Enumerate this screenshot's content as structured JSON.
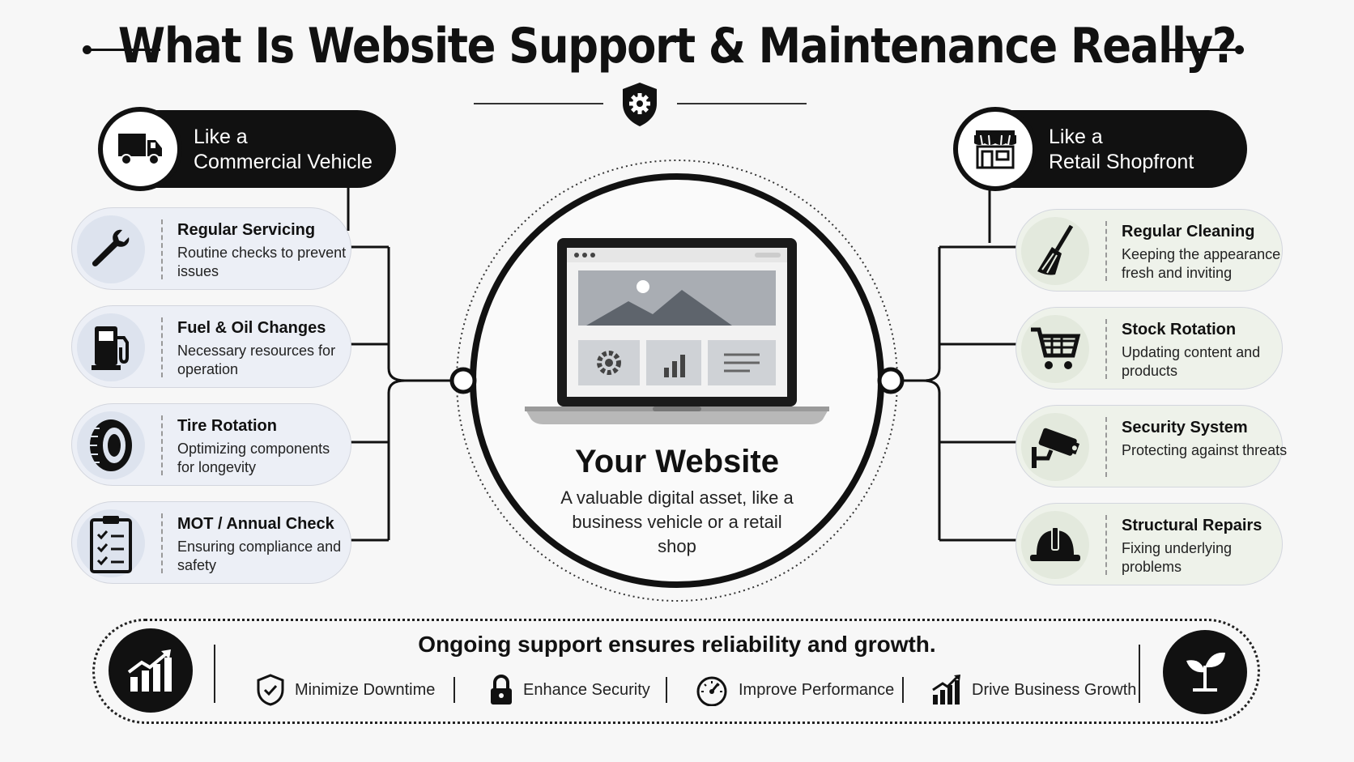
{
  "title": "What Is Website Support & Maintenance Really?",
  "left_header": {
    "line1": "Like a",
    "line2": "Commercial Vehicle",
    "icon": "truck-icon"
  },
  "right_header": {
    "line1": "Like a",
    "line2": "Retail Shopfront",
    "icon": "shopfront-icon"
  },
  "left_items": [
    {
      "title": "Regular Servicing",
      "desc": "Routine checks to prevent issues",
      "icon": "wrench-icon"
    },
    {
      "title": "Fuel & Oil Changes",
      "desc": "Necessary resources for operation",
      "icon": "fuel-pump-icon"
    },
    {
      "title": "Tire Rotation",
      "desc": "Optimizing components for longevity",
      "icon": "tire-icon"
    },
    {
      "title": "MOT / Annual Check",
      "desc": "Ensuring compliance and safety",
      "icon": "clipboard-checklist-icon"
    }
  ],
  "right_items": [
    {
      "title": "Regular Cleaning",
      "desc": "Keeping the appearance fresh and inviting",
      "icon": "broom-icon"
    },
    {
      "title": "Stock Rotation",
      "desc": "Updating content and products",
      "icon": "shopping-cart-icon"
    },
    {
      "title": "Security System",
      "desc": "Protecting against threats",
      "icon": "security-camera-icon"
    },
    {
      "title": "Structural Repairs",
      "desc": "Fixing underlying problems",
      "icon": "hard-hat-icon"
    }
  ],
  "center": {
    "title": "Your Website",
    "desc": "A valuable digital asset, like a business vehicle or a retail shop",
    "icon": "laptop-icon"
  },
  "bottom": {
    "title": "Ongoing support ensures reliability and growth.",
    "benefits": [
      {
        "label": "Minimize Downtime",
        "icon": "shield-check-icon"
      },
      {
        "label": "Enhance Security",
        "icon": "padlock-icon"
      },
      {
        "label": "Improve Performance",
        "icon": "speedometer-icon"
      },
      {
        "label": "Drive Business Growth",
        "icon": "growth-chart-icon"
      }
    ],
    "left_icon": "growth-chart-icon",
    "right_icon": "sprout-icon"
  },
  "colors": {
    "ink": "#111111",
    "background": "#f7f7f7",
    "left_card": "#eceff6",
    "right_card": "#eef2ea"
  }
}
